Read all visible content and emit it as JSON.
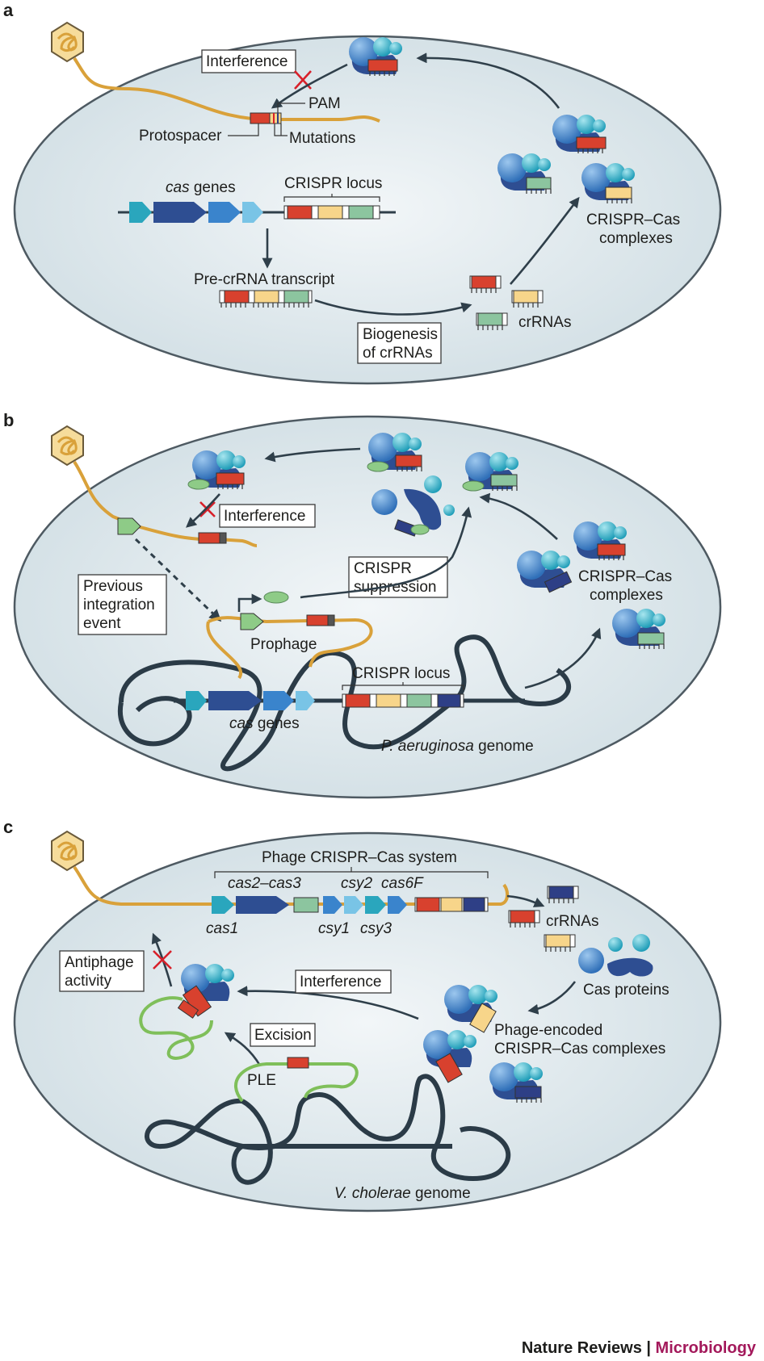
{
  "panels": {
    "a": {
      "letter": "a",
      "interference": "Interference",
      "pam": "PAM",
      "protospacer": "Protospacer",
      "mutations": "Mutations",
      "cas_genes_italic": "cas",
      "cas_genes_rest": " genes",
      "crispr_locus": "CRISPR locus",
      "pre_crrna": "Pre-crRNA transcript",
      "biogenesis_line1": "Biogenesis",
      "biogenesis_line2": "of crRNAs",
      "crrnas": "crRNAs",
      "complex_line1": "CRISPR–Cas",
      "complex_line2": "complexes"
    },
    "b": {
      "letter": "b",
      "interference": "Interference",
      "previous_line1": "Previous",
      "previous_line2": "integration",
      "previous_line3": "event",
      "suppression_line1": "CRISPR",
      "suppression_line2": "suppression",
      "prophage": "Prophage",
      "crispr_locus": "CRISPR locus",
      "cas_genes_italic": "cas",
      "cas_genes_rest": " genes",
      "genome_italic": "P. aeruginosa",
      "genome_rest": " genome",
      "complex_line1": "CRISPR–Cas",
      "complex_line2": "complexes"
    },
    "c": {
      "letter": "c",
      "system": "Phage CRISPR–Cas system",
      "cas2_cas3": "cas2–cas3",
      "csy2": "csy2",
      "cas6f": "cas6F",
      "cas1": "cas1",
      "csy1": "csy1",
      "csy3": "csy3",
      "crrnas": "crRNAs",
      "cas_proteins": "Cas proteins",
      "antiphage_line1": "Antiphage",
      "antiphage_line2": "activity",
      "interference": "Interference",
      "excision": "Excision",
      "ple": "PLE",
      "phage_complex_line1": "Phage-encoded",
      "phage_complex_line2": "CRISPR–Cas complexes",
      "genome_italic": "V. cholerae",
      "genome_rest": " genome"
    }
  },
  "footer": {
    "journal": "Nature Reviews",
    "separator": " | ",
    "section": "Microbiology"
  },
  "colors": {
    "cell_fill": "#dfe8ec",
    "cell_stroke": "#4e5a62",
    "dna": "#d9a13a",
    "spacer_red": "#d8412e",
    "spacer_yellow": "#f7d58a",
    "spacer_green": "#8cc59f",
    "spacer_navy": "#2e3f86",
    "protein_blue": "#4b8ed0",
    "protein_cyan": "#3fb6cf",
    "protein_navy": "#2e4e92",
    "anti_crispr_green": "#8ecb87",
    "accent": "#a3195b"
  }
}
